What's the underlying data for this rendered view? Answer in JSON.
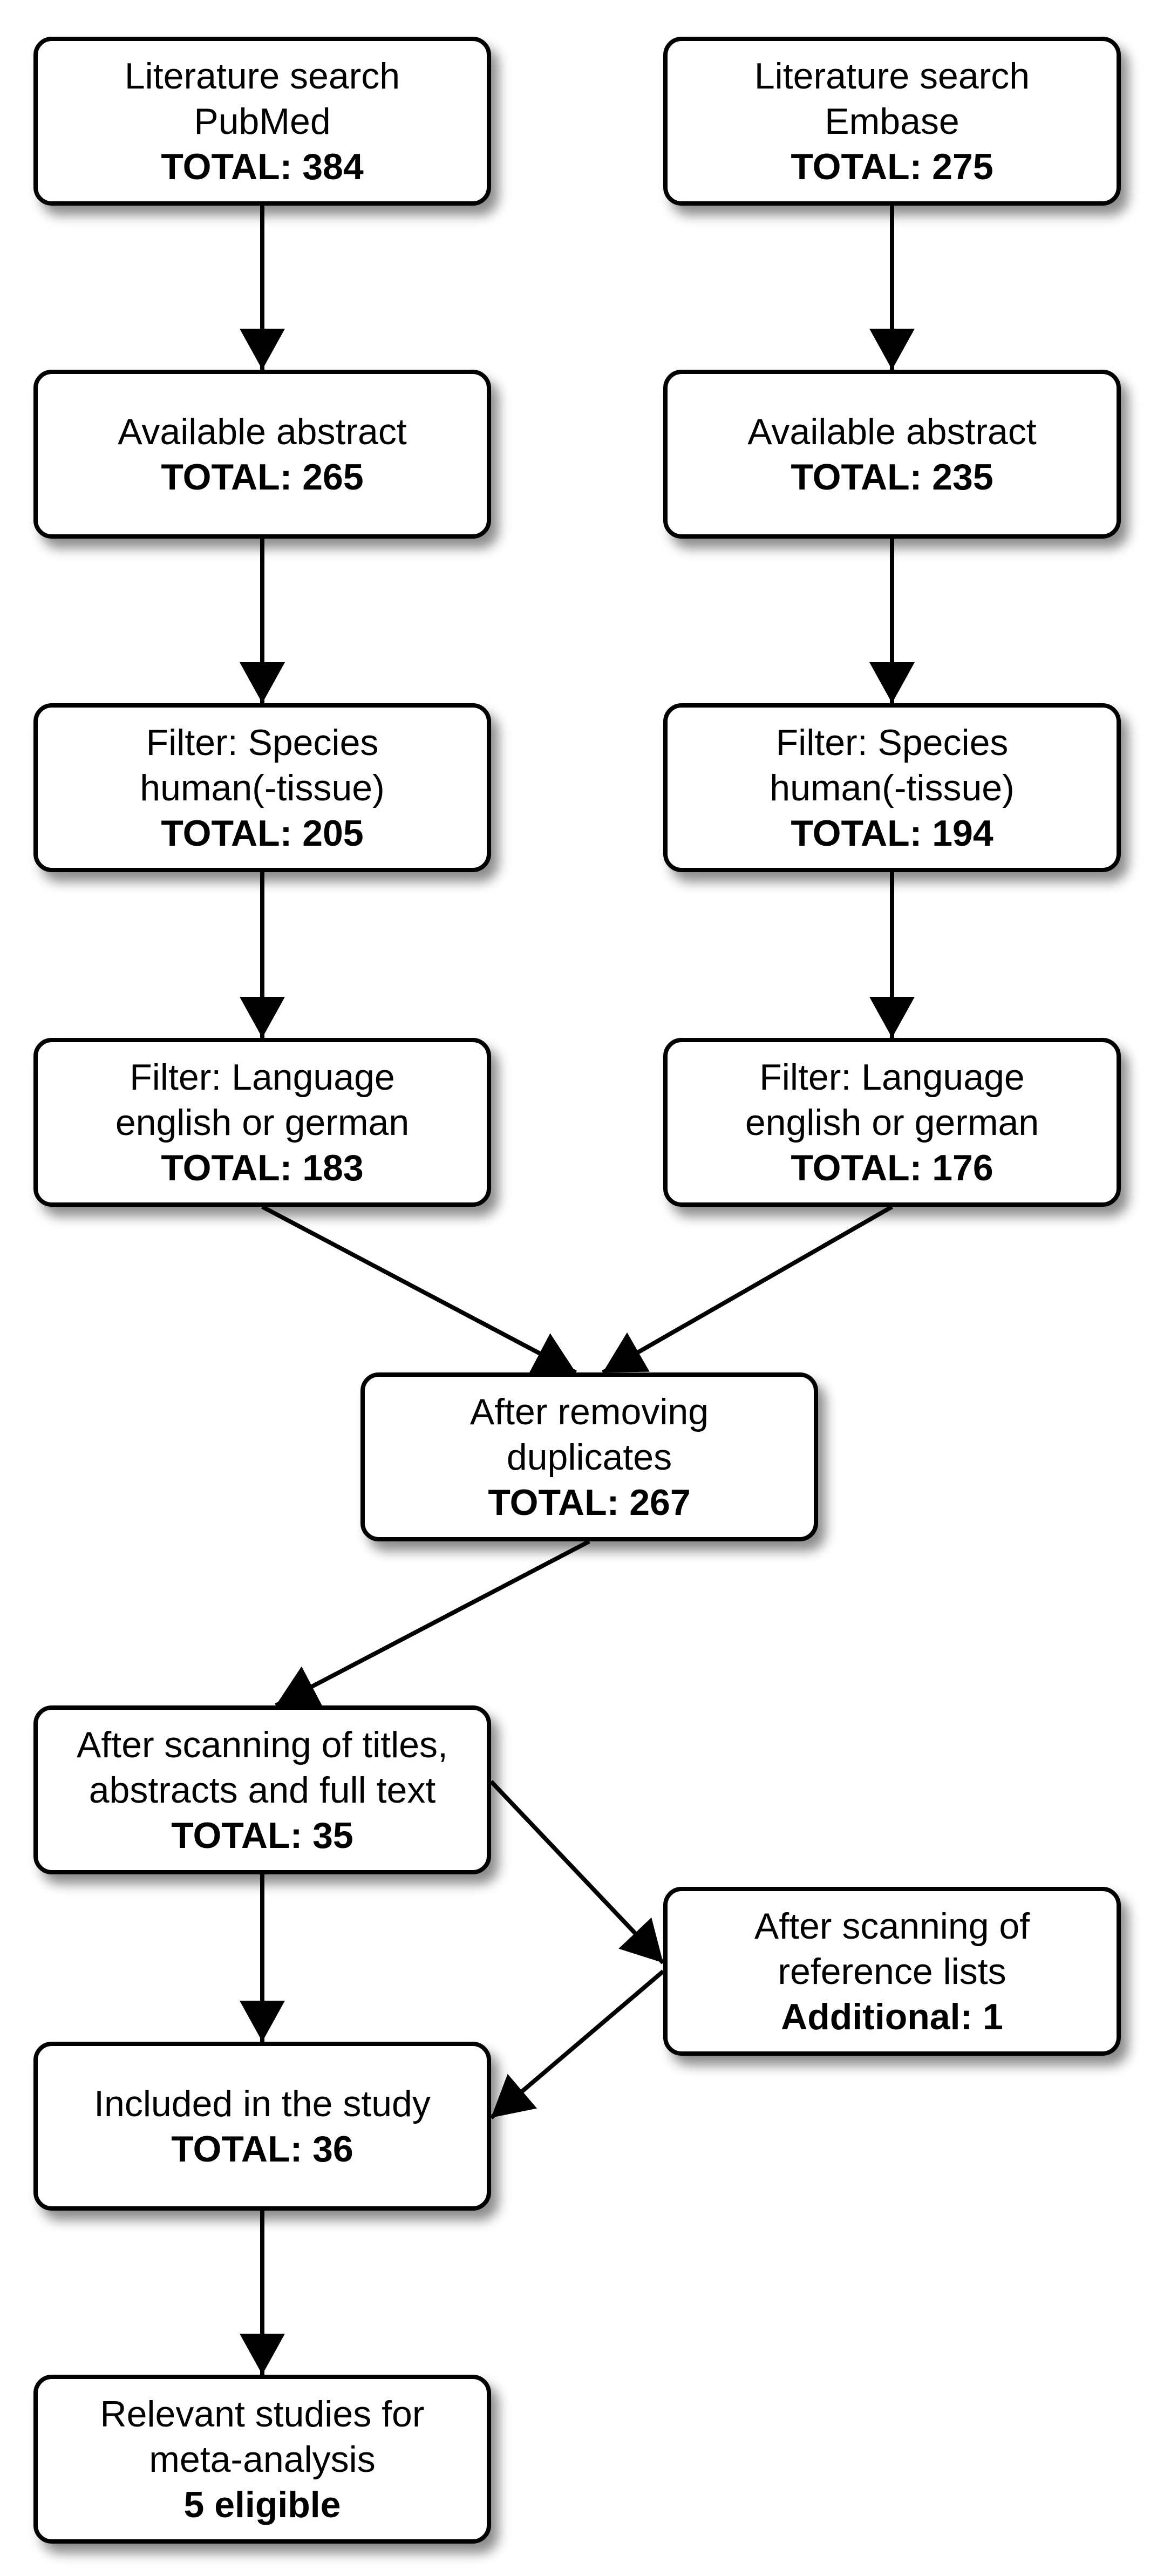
{
  "nodes": {
    "pubmed": {
      "lines": [
        "Literature search",
        "PubMed"
      ],
      "total": "TOTAL: 384"
    },
    "embase": {
      "lines": [
        "Literature search",
        "Embase"
      ],
      "total": "TOTAL: 275"
    },
    "abstract_left": {
      "lines": [
        "Available abstract"
      ],
      "total": "TOTAL: 265"
    },
    "abstract_right": {
      "lines": [
        "Available abstract"
      ],
      "total": "TOTAL: 235"
    },
    "species_left": {
      "lines": [
        "Filter: Species",
        "human(-tissue)"
      ],
      "total": "TOTAL: 205"
    },
    "species_right": {
      "lines": [
        "Filter: Species",
        "human(-tissue)"
      ],
      "total": "TOTAL: 194"
    },
    "language_left": {
      "lines": [
        "Filter: Language",
        "english or german"
      ],
      "total": "TOTAL: 183"
    },
    "language_right": {
      "lines": [
        "Filter: Language",
        "english or german"
      ],
      "total": "TOTAL: 176"
    },
    "duplicates": {
      "lines": [
        "After removing",
        "duplicates"
      ],
      "total": "TOTAL: 267"
    },
    "scanning": {
      "lines": [
        "After scanning of titles,",
        "abstracts and full text"
      ],
      "total": "TOTAL: 35"
    },
    "reference": {
      "lines": [
        "After scanning of",
        "reference lists"
      ],
      "total": "Additional: 1"
    },
    "included": {
      "lines": [
        "Included in the study"
      ],
      "total": "TOTAL: 36"
    },
    "relevant": {
      "lines": [
        "Relevant studies for",
        "meta-analysis"
      ],
      "total": "5 eligible"
    }
  },
  "edges": [
    {
      "from": "pubmed",
      "to": "abstract_left"
    },
    {
      "from": "embase",
      "to": "abstract_right"
    },
    {
      "from": "abstract_left",
      "to": "species_left"
    },
    {
      "from": "abstract_right",
      "to": "species_right"
    },
    {
      "from": "species_left",
      "to": "language_left"
    },
    {
      "from": "species_right",
      "to": "language_right"
    },
    {
      "from": "language_left",
      "to": "duplicates"
    },
    {
      "from": "language_right",
      "to": "duplicates"
    },
    {
      "from": "duplicates",
      "to": "scanning"
    },
    {
      "from": "scanning",
      "to": "included"
    },
    {
      "from": "scanning",
      "to": "reference"
    },
    {
      "from": "reference",
      "to": "included"
    },
    {
      "from": "included",
      "to": "relevant"
    }
  ]
}
